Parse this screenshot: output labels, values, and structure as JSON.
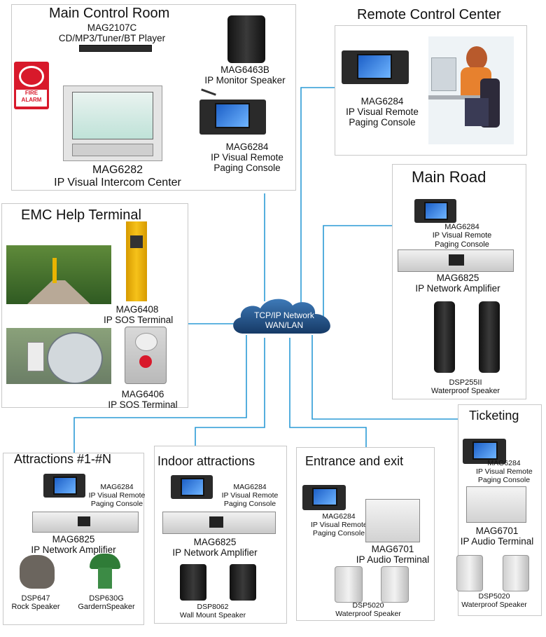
{
  "colors": {
    "wire": "#2b9bd6",
    "cloud": "#1f4f86",
    "fire_red": "#d8192b",
    "panel_border": "#c8c8c8"
  },
  "network": {
    "line1": "TCP/IP Network",
    "line2": "WAN/LAN"
  },
  "main_control": {
    "title": "Main Control Room",
    "player": {
      "model": "MAG2107C",
      "desc": "CD/MP3/Tuner/BT Player"
    },
    "fire_alarm": {
      "line1": "FIRE",
      "line2": "ALARM"
    },
    "speaker": {
      "model": "MAG6463B",
      "desc": "IP Monitor Speaker"
    },
    "console": {
      "model": "MAG6284",
      "desc1": "IP Visual Remote",
      "desc2": "Paging Console"
    },
    "intercom": {
      "model": "MAG6282",
      "desc": "IP Visual Intercom Center"
    }
  },
  "remote_center": {
    "title": "Remote Control Center",
    "console": {
      "model": "MAG6284",
      "desc1": "IP Visual Remote",
      "desc2": "Paging Console"
    }
  },
  "emc": {
    "title": "EMC Help Terminal",
    "sos1": {
      "model": "MAG6408",
      "desc": "IP SOS Terminal"
    },
    "sos2": {
      "model": "MAG6406",
      "desc": "IP SOS Terminal"
    }
  },
  "main_road": {
    "title": "Main Road",
    "console": {
      "model": "MAG6284",
      "desc1": "IP Visual Remote",
      "desc2": "Paging Console"
    },
    "amp": {
      "model": "MAG6825",
      "desc": "IP Network Amplifier"
    },
    "speaker": {
      "model": "DSP255II",
      "desc": "Waterproof  Speaker"
    }
  },
  "attractions": {
    "title": "Attractions #1-#N",
    "console": {
      "model": "MAG6284",
      "desc1": "IP Visual Remote",
      "desc2": "Paging Console"
    },
    "amp": {
      "model": "MAG6825",
      "desc": "IP Network Amplifier"
    },
    "spk1": {
      "model": "DSP647",
      "desc": "Rock  Speaker"
    },
    "spk2": {
      "model": "DSP630G",
      "desc": "GardernSpeaker"
    }
  },
  "indoor": {
    "title": "Indoor attractions",
    "console": {
      "model": "MAG6284",
      "desc1": "IP Visual Remote",
      "desc2": "Paging Console"
    },
    "amp": {
      "model": "MAG6825",
      "desc": "IP Network Amplifier"
    },
    "speaker": {
      "model": "DSP8062",
      "desc": "Wall Mount  Speaker"
    }
  },
  "entrance": {
    "title": "Entrance and exit",
    "console": {
      "model": "MAG6284",
      "desc1": "IP Visual Remote",
      "desc2": "Paging Console"
    },
    "terminal": {
      "model": "MAG6701",
      "desc": "IP Audio Terminal"
    },
    "speaker": {
      "model": "DSP5020",
      "desc": "Waterproof  Speaker"
    }
  },
  "ticketing": {
    "title": "Ticketing",
    "console": {
      "model": "MAG6284",
      "desc1": "IP Visual Remote",
      "desc2": "Paging Console"
    },
    "terminal": {
      "model": "MAG6701",
      "desc": "IP Audio Terminal"
    },
    "speaker": {
      "model": "DSP5020",
      "desc": "Waterproof  Speaker"
    }
  }
}
